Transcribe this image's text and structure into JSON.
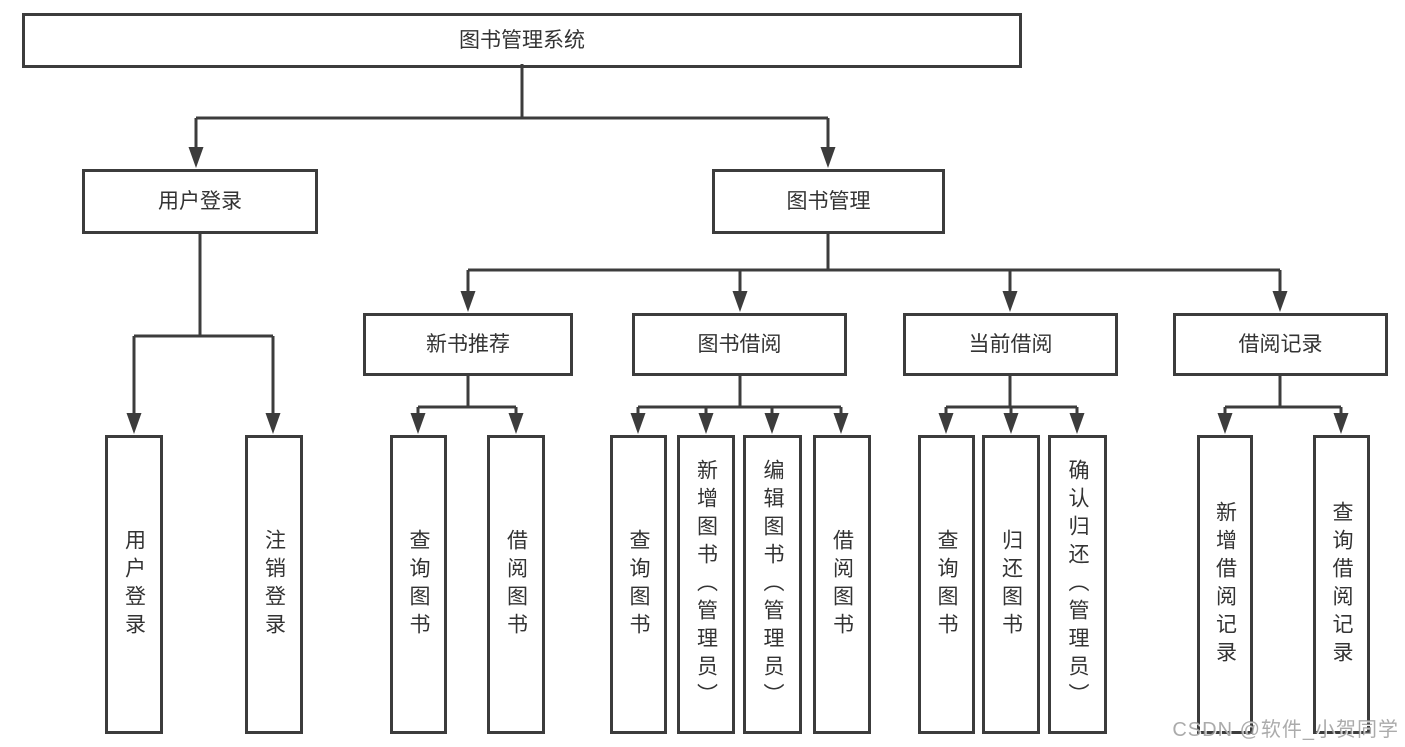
{
  "diagram": {
    "type": "hierarchy-tree",
    "root": "图书管理系统",
    "user_login": {
      "label": "用户登录",
      "children": [
        "用户登录",
        "注销登录"
      ]
    },
    "book_mgmt": {
      "label": "图书管理",
      "groups": [
        {
          "label": "新书推荐",
          "children": [
            "查询图书",
            "借阅图书"
          ]
        },
        {
          "label": "图书借阅",
          "children": [
            "查询图书",
            "新增图书（管理员）",
            "编辑图书（管理员）",
            "借阅图书"
          ]
        },
        {
          "label": "当前借阅",
          "children": [
            "查询图书",
            "归还图书",
            "确认归还（管理员）"
          ]
        },
        {
          "label": "借阅记录",
          "children": [
            "新增借阅记录",
            "查询借阅记录"
          ]
        }
      ]
    }
  },
  "watermark": "CSDN @软件_小贺同学",
  "colors": {
    "line": "#3c3c3c",
    "box_border": "#3c3c3c",
    "text": "#333333",
    "background": "#ffffff",
    "watermark": "#969696"
  }
}
